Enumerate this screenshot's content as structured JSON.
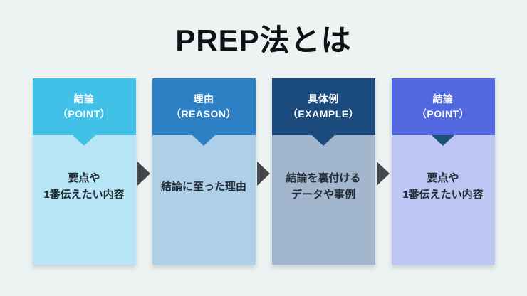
{
  "title": "PREP法とは",
  "background_color": "#ECF3F2",
  "arrow_color": "#45474C",
  "body_text_color": "#242E38",
  "steps": [
    {
      "label": "結論",
      "romaji": "（POINT）",
      "desc_line1": "要点や",
      "desc_line2": "1番伝えたい内容",
      "header_color": "#41C1E8",
      "body_color": "#B9E6F7",
      "notch_color": "#41C1E8"
    },
    {
      "label": "理由",
      "romaji": "（REASON）",
      "desc_line1": "結論に至った理由",
      "desc_line2": "",
      "header_color": "#2E80C4",
      "body_color": "#AFD0E9",
      "notch_color": "#2E80C4"
    },
    {
      "label": "具体例",
      "romaji": "（EXAMPLE）",
      "desc_line1": "結論を裏付ける",
      "desc_line2": "データや事例",
      "header_color": "#1B4B7D",
      "body_color": "#A2B7CD",
      "notch_color": "#1B4B7D"
    },
    {
      "label": "結論",
      "romaji": "（POINT）",
      "desc_line1": "要点や",
      "desc_line2": "1番伝えたい内容",
      "header_color": "#5168E0",
      "body_color": "#BEC6F3",
      "notch_color": "#1B5378"
    }
  ]
}
